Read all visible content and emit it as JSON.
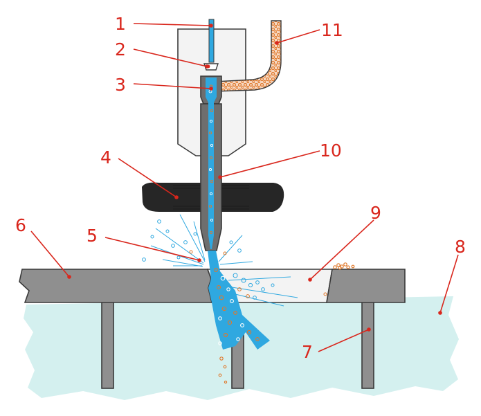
{
  "colors": {
    "label_red": "#d9261c",
    "water_blue": "#2fa8e0",
    "abrasive_orange": "#e0782a",
    "tank_water": "#d4f0ef",
    "steel_gray": "#8f8f8f",
    "nozzle_dark": "#6e6e6e",
    "housing_light": "#f3f3f3",
    "collar_black": "#262626"
  },
  "callouts": [
    {
      "id": "1",
      "text": "1"
    },
    {
      "id": "2",
      "text": "2"
    },
    {
      "id": "3",
      "text": "3"
    },
    {
      "id": "4",
      "text": "4"
    },
    {
      "id": "5",
      "text": "5"
    },
    {
      "id": "6",
      "text": "6"
    },
    {
      "id": "7",
      "text": "7"
    },
    {
      "id": "8",
      "text": "8"
    },
    {
      "id": "9",
      "text": "9"
    },
    {
      "id": "10",
      "text": "10"
    },
    {
      "id": "11",
      "text": "11"
    }
  ]
}
